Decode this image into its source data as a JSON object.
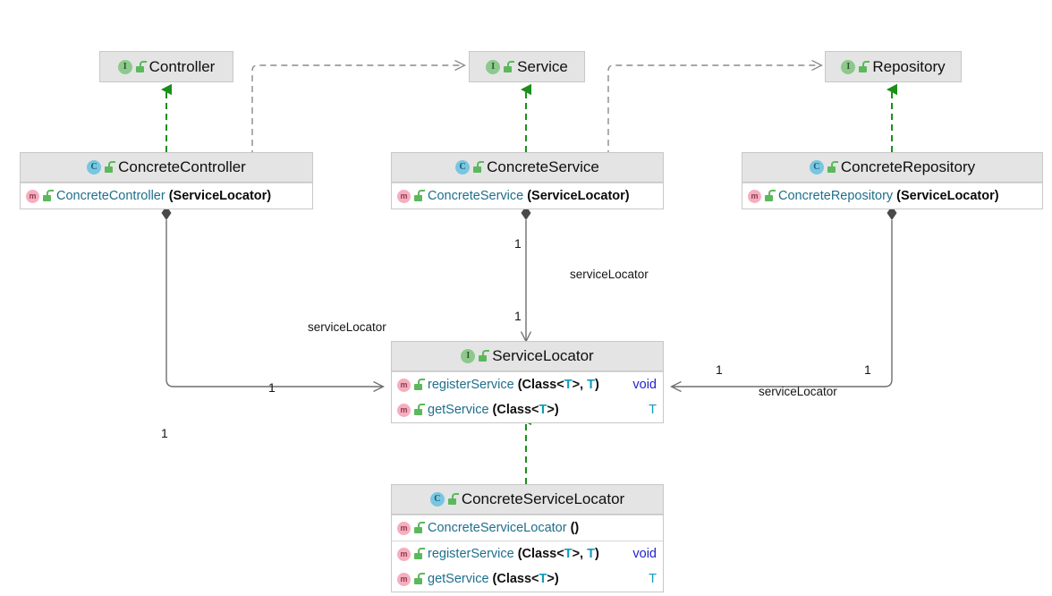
{
  "diagram": {
    "title": "Service Locator UML class diagram",
    "colors": {
      "header_fill": "#e4e4e4",
      "border": "#c8c8c8",
      "realization": "#1a8f1a",
      "association": "#6e6e6e",
      "interface_icon": "#8dc98d",
      "class_icon": "#78c6e0",
      "method_icon": "#f6aebe",
      "lock_icon": "#5cb85c",
      "member_name": "#1f6f8b",
      "keyword": "#2222cc",
      "type_param": "#0f9bbd"
    },
    "nodes": [
      {
        "id": "controller",
        "stereotype_icon": "interface-icon",
        "stereotype_letter": "I",
        "visibility_icon": "unlock-icon",
        "name": "Controller",
        "members": []
      },
      {
        "id": "service",
        "stereotype_icon": "interface-icon",
        "stereotype_letter": "I",
        "visibility_icon": "unlock-icon",
        "name": "Service",
        "members": []
      },
      {
        "id": "repository",
        "stereotype_icon": "interface-icon",
        "stereotype_letter": "I",
        "visibility_icon": "unlock-icon",
        "name": "Repository",
        "members": []
      },
      {
        "id": "concrete-controller",
        "stereotype_icon": "class-icon",
        "stereotype_letter": "C",
        "visibility_icon": "unlock-icon",
        "name": "ConcreteController",
        "members": [
          {
            "icon": "method-icon",
            "visibility_icon": "unlock-icon",
            "name": "ConcreteController",
            "params": "(ServiceLocator)",
            "return": ""
          }
        ]
      },
      {
        "id": "concrete-service",
        "stereotype_icon": "class-icon",
        "stereotype_letter": "C",
        "visibility_icon": "unlock-icon",
        "name": "ConcreteService",
        "members": [
          {
            "icon": "method-icon",
            "visibility_icon": "unlock-icon",
            "name": "ConcreteService",
            "params": "(ServiceLocator)",
            "return": ""
          }
        ]
      },
      {
        "id": "concrete-repository",
        "stereotype_icon": "class-icon",
        "stereotype_letter": "C",
        "visibility_icon": "unlock-icon",
        "name": "ConcreteRepository",
        "members": [
          {
            "icon": "method-icon",
            "visibility_icon": "unlock-icon",
            "name": "ConcreteRepository",
            "params": "(ServiceLocator)",
            "return": ""
          }
        ]
      },
      {
        "id": "service-locator",
        "stereotype_icon": "interface-icon",
        "stereotype_letter": "I",
        "visibility_icon": "unlock-icon",
        "name": "ServiceLocator",
        "members": [
          {
            "icon": "method-icon",
            "visibility_icon": "unlock-icon",
            "name": "registerService",
            "params": "(Class<T>, T)",
            "return": "void"
          },
          {
            "icon": "method-icon",
            "visibility_icon": "unlock-icon",
            "name": "getService",
            "params": "(Class<T>)",
            "return": "T"
          }
        ]
      },
      {
        "id": "concrete-service-locator",
        "stereotype_icon": "class-icon",
        "stereotype_letter": "C",
        "visibility_icon": "unlock-icon",
        "name": "ConcreteServiceLocator",
        "members": [
          {
            "icon": "method-icon",
            "visibility_icon": "unlock-icon",
            "name": "ConcreteServiceLocator",
            "params": "()",
            "return": ""
          },
          {
            "icon": "method-icon",
            "visibility_icon": "unlock-icon",
            "name": "registerService",
            "params": "(Class<T>, T)",
            "return": "void"
          },
          {
            "icon": "method-icon",
            "visibility_icon": "unlock-icon",
            "name": "getService",
            "params": "(Class<T>)",
            "return": "T"
          }
        ]
      }
    ],
    "edge_labels": {
      "role_controller": "serviceLocator",
      "role_service": "serviceLocator",
      "role_repository": "serviceLocator",
      "mult_controller_near": "1",
      "mult_controller_far": "1",
      "mult_service_near": "1",
      "mult_service_far": "1",
      "mult_repository_near": "1",
      "mult_repository_far": "1"
    }
  }
}
